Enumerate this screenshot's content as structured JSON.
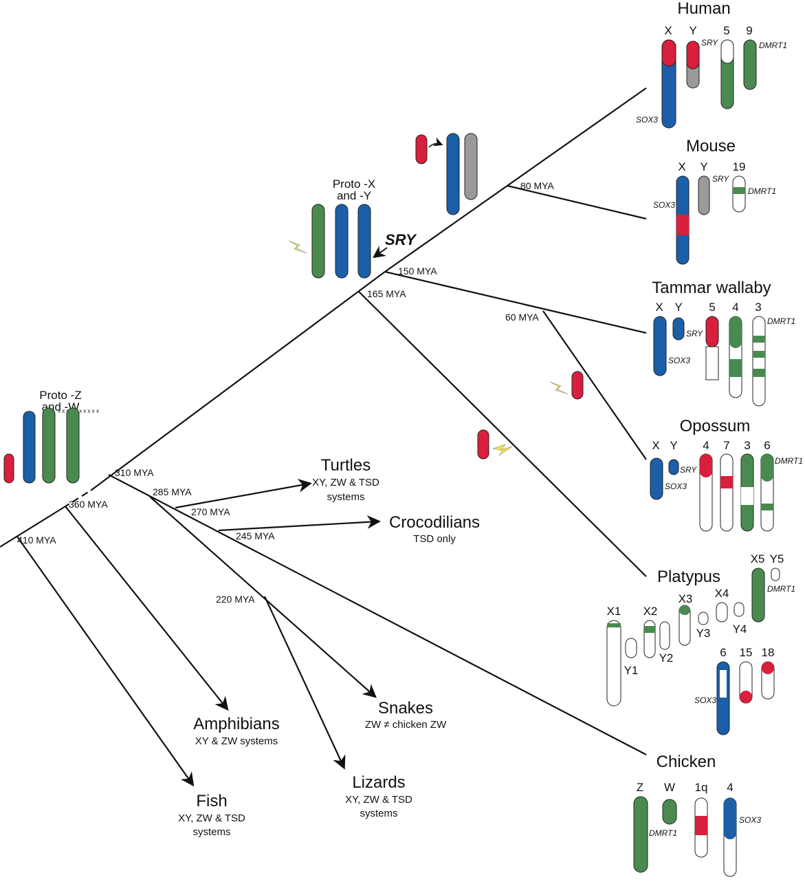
{
  "colors": {
    "blue": "#1a5fa8",
    "red": "#d81f3c",
    "green": "#4a8a4f",
    "grey": "#9a9a9a",
    "line": "#111111",
    "bolt": "#f3e24a"
  },
  "icons": [
    "lightning-bolt-icon",
    "curved-arrow-icon"
  ],
  "ancestral": {
    "proto_zw_line1": "Proto -Z",
    "proto_zw_line2": "and -W",
    "proto_xy_line1": "Proto -X",
    "proto_xy_line2": "and -Y",
    "sry_label": "SRY"
  },
  "divergences": {
    "d410": "410 MYA",
    "d360": "360 MYA",
    "d310": "310 MYA",
    "d285": "285 MYA",
    "d270": "270 MYA",
    "d245": "245 MYA",
    "d220": "220 MYA",
    "d165": "165 MYA",
    "d150": "150 MYA",
    "d80": "80 MYA",
    "d60": "60 MYA"
  },
  "taxa": {
    "fish": {
      "name": "Fish",
      "line1": "XY, ZW & TSD",
      "line2": "systems"
    },
    "amphibians": {
      "name": "Amphibians",
      "line1": "XY & ZW systems"
    },
    "lizards": {
      "name": "Lizards",
      "line1": "XY, ZW & TSD",
      "line2": "systems"
    },
    "snakes": {
      "name": "Snakes",
      "line1": "ZW ≠ chicken ZW"
    },
    "turtles": {
      "name": "Turtles",
      "line1": "XY, ZW & TSD",
      "line2": "systems"
    },
    "crocodilians": {
      "name": "Crocodilians",
      "line1": "TSD only"
    }
  },
  "species": {
    "human": {
      "name": "Human",
      "chroms": [
        "X",
        "Y",
        "5",
        "9"
      ],
      "genes": [
        "SRY",
        "DMRT1",
        "SOX3"
      ]
    },
    "mouse": {
      "name": "Mouse",
      "chroms": [
        "X",
        "Y",
        "19"
      ],
      "genes": [
        "SRY",
        "DMRT1",
        "SOX3"
      ]
    },
    "wallaby": {
      "name": "Tammar wallaby",
      "chroms": [
        "X",
        "Y",
        "5",
        "4",
        "3"
      ],
      "genes": [
        "SRY",
        "DMRT1",
        "SOX3"
      ]
    },
    "opossum": {
      "name": "Opossum",
      "chroms": [
        "X",
        "Y",
        "4",
        "7",
        "3",
        "6"
      ],
      "genes": [
        "SRY",
        "DMRT1",
        "SOX3"
      ]
    },
    "platypus": {
      "name": "Platypus",
      "chroms": [
        "X1",
        "Y1",
        "X2",
        "Y2",
        "X3",
        "Y3",
        "X4",
        "Y4",
        "X5",
        "Y5",
        "6",
        "15",
        "18"
      ],
      "genes": [
        "DMRT1",
        "SOX3"
      ]
    },
    "chicken": {
      "name": "Chicken",
      "chroms": [
        "Z",
        "W",
        "1q",
        "4"
      ],
      "genes": [
        "DMRT1",
        "SOX3"
      ]
    }
  }
}
